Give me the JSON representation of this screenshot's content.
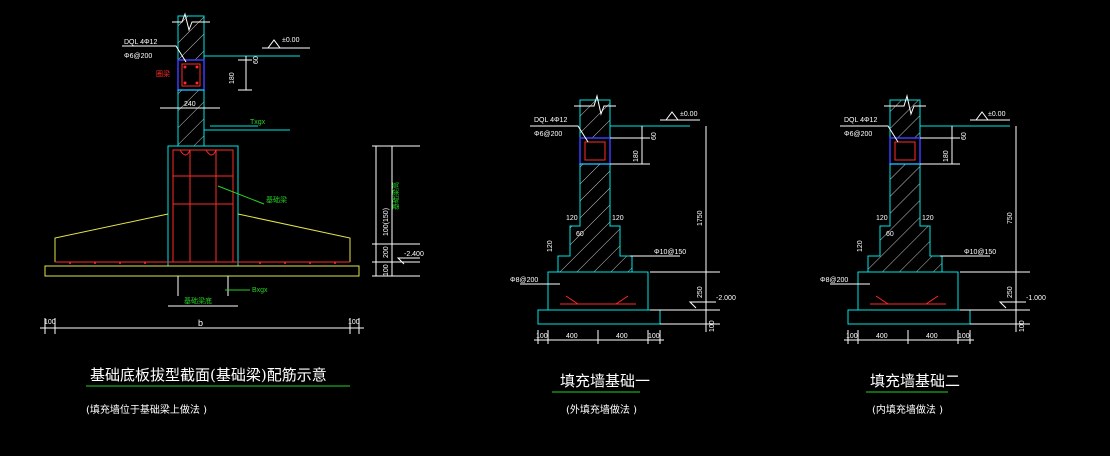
{
  "colors": {
    "background": "#000000",
    "outline": "#00e5e5",
    "rebar": "#ff2a2a",
    "beam": "#3a3aff",
    "wall": "#e5e54c",
    "text": "#ffffff",
    "note": "#25d225"
  },
  "drawing1": {
    "title": "基础底板拔型截面(基础梁)配筋示意",
    "subtitle": "(填充墙位于基础梁上做法        )",
    "label_dql": "DQL 4Φ12",
    "label_stirrup": "Φ6@200",
    "label_red": "圈梁",
    "label_level_top": "±0.00",
    "label_level_bottom": "-2.400",
    "label_width_wall": "240",
    "label_txgx": "Txgx",
    "label_rebar_side": "基础梁",
    "label_rebar_bottom": "基础梁底",
    "label_bxgx": "Bxgx",
    "label_side_v": "基础梁高",
    "dim_60": "60",
    "dim_180": "180",
    "dim_100_150": "100(150)",
    "dim_200": "200",
    "dim_100": "100",
    "dim_b": "b",
    "dim_left_100": "100",
    "dim_right_100": "100"
  },
  "drawing2": {
    "title": "填充墙基础一",
    "subtitle": "(外填充墙做法    )",
    "label_dql": "DQL 4Φ12",
    "label_stirrup": "Φ6@200",
    "label_level_top": "±0.00",
    "label_level_bottom": "-2.000",
    "label_rebar1": "Φ10@150",
    "label_rebar2": "Φ8@200",
    "dim_60_top": "60",
    "dim_180": "180",
    "dim_120_left": "120",
    "dim_120_right": "120",
    "dim_60": "60",
    "dim_120_v": "120",
    "dim_1750": "1750",
    "dim_250": "250",
    "dim_100": "100",
    "dim_b100_l": "100",
    "dim_b400_l": "400",
    "dim_b400_r": "400",
    "dim_b100_r": "100"
  },
  "drawing3": {
    "title": "填充墙基础二",
    "subtitle": "(内填充墙做法     )",
    "label_dql": "DQL 4Φ12",
    "label_stirrup": "Φ6@200",
    "label_level_top": "±0.00",
    "label_level_bottom": "-1.000",
    "label_rebar1": "Φ10@150",
    "label_rebar2": "Φ8@200",
    "dim_60_top": "60",
    "dim_180": "180",
    "dim_120_left": "120",
    "dim_120_right": "120",
    "dim_60": "60",
    "dim_120_v": "120",
    "dim_750": "750",
    "dim_250": "250",
    "dim_100": "100",
    "dim_b100_l": "100",
    "dim_b400_l": "400",
    "dim_b400_r": "400",
    "dim_b100_r": "100"
  }
}
